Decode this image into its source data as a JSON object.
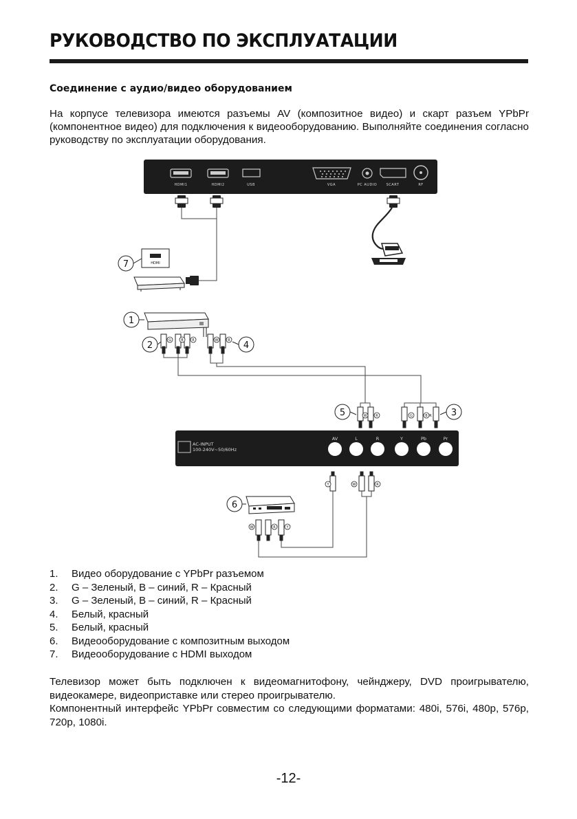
{
  "header": {
    "title": "РУКОВОДСТВО ПО ЭКСПЛУАТАЦИИ"
  },
  "section": {
    "heading": "Соединение с аудио/видео оборудованием"
  },
  "intro": "На корпусе телевизора имеются разъемы AV (композитное видео) и скарт разъем YPbPr (компонентное видео) для подключения к видеооборудованию. Выполняйте соединения согласно руководству по эксплуатации оборудования.",
  "diagram": {
    "top_panel_ports": [
      "HDMI1",
      "HDMI2",
      "USB",
      "VGA",
      "PC AUDIO",
      "SCART",
      "RF"
    ],
    "device7_port": "HDMI",
    "ac_input": {
      "line1": "AC-INPUT",
      "line2": "100-240V~50/60Hz"
    },
    "bottom_panel_ports": [
      "AV",
      "L",
      "R",
      "Y",
      "Pb",
      "Pr"
    ],
    "callouts": [
      "1",
      "2",
      "3",
      "4",
      "5",
      "6",
      "7"
    ],
    "plug_letters": {
      "g": "G",
      "b": "B",
      "r": "R",
      "w": "W",
      "y": "Y"
    }
  },
  "legend": [
    {
      "num": "1.",
      "text": "Видео оборудование с YPbPr разъемом"
    },
    {
      "num": "2.",
      "text": "G – Зеленый, B – синий, R – Красный"
    },
    {
      "num": "3.",
      "text": "G – Зеленый, B – синий, R – Красный"
    },
    {
      "num": "4.",
      "text": "Белый, красный"
    },
    {
      "num": "5.",
      "text": "Белый, красный"
    },
    {
      "num": "6.",
      "text": "Видеооборудование с композитным выходом"
    },
    {
      "num": "7.",
      "text": "Видеооборудование с HDMI выходом"
    }
  ],
  "outro": [
    "Телевизор может быть подключен к видеомагнитофону, чейнджеру, DVD проигрывателю, видеокамере, видеоприставке или стерео проигрывателю.",
    "Компонентный интерфейс YPbPr совместим со следующими форматами: 480i, 576i, 480p, 576p, 720p, 1080i."
  ],
  "page_number": "-12-"
}
